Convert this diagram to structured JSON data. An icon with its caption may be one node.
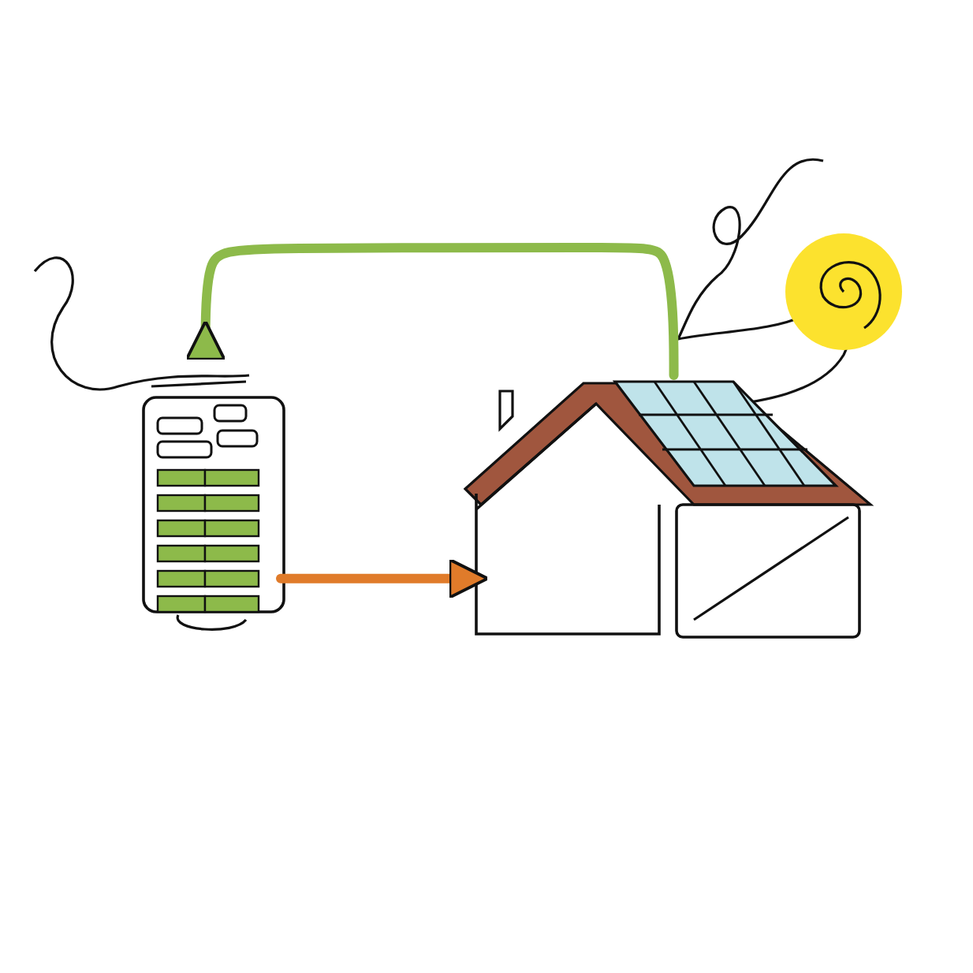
{
  "diagram": {
    "nodes": [
      {
        "text": [],
        "shape": "picture"
      },
      {
        "text": [],
        "shape": "picture"
      }
    ],
    "edges": [
      {
        "from": 1,
        "to": 0,
        "arrow": "to",
        "color": "#8dba4a"
      },
      {
        "from": 0,
        "to": 1,
        "arrow": "to",
        "color": "#e07b2a"
      }
    ]
  }
}
